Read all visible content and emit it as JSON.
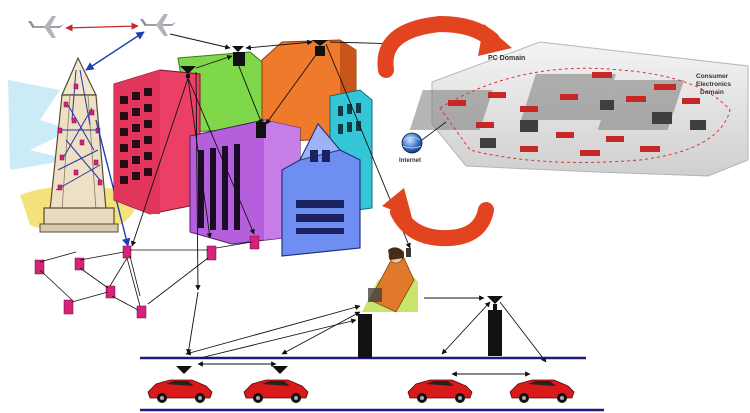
{
  "labels": {
    "pc_domain": "PC Domain",
    "ce_domain_line1": "Consumer",
    "ce_domain_line2": "Electronics",
    "ce_domain_line3": "Domain",
    "internet": "Internet"
  },
  "icons": {
    "aircraft": "fighter-jet",
    "tower": "obelisk-tower",
    "buildings": "city-buildings",
    "sensor": "sensor-node",
    "antenna": "antenna-mast",
    "car": "red-sports-car",
    "person": "woman-on-phone",
    "globe": "internet-globe",
    "cycle_arrows": "curved-red-arrows"
  },
  "colors": {
    "sensor_node": "#d6237a",
    "road_line": "#1c1c7a",
    "car_body": "#d81a1a",
    "link_line": "#111111",
    "air_link": "#c62828",
    "tower_link": "#1f3fb8",
    "cycle_arrow": "#e2441f"
  }
}
